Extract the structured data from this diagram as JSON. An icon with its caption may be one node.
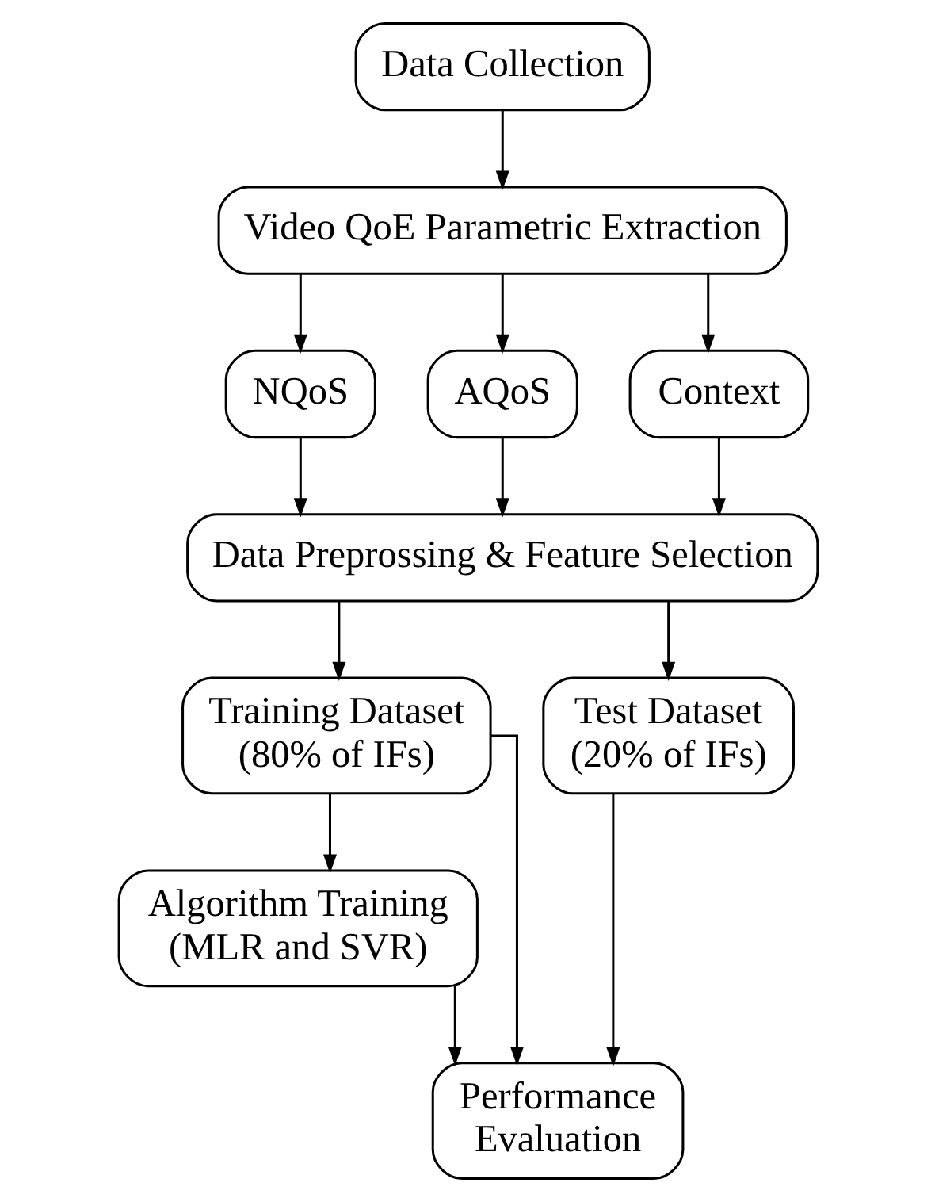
{
  "diagram": {
    "nodes": [
      {
        "text": [
          "Data Collection"
        ]
      },
      {
        "text": [
          "Video QoE Parametric Extraction"
        ]
      },
      {
        "text": [
          "NQoS"
        ]
      },
      {
        "text": [
          "AQoS"
        ]
      },
      {
        "text": [
          "Context"
        ]
      },
      {
        "text": [
          "Data Preprossing & Feature Selection"
        ]
      },
      {
        "text": [
          "Training Dataset (80% of IFs)"
        ]
      },
      {
        "text": [
          "Test Dataset (20% of IFs)"
        ]
      },
      {
        "text": [
          "Algorithm Training (MLR and SVR)"
        ]
      },
      {
        "text": [
          "Performance Evaluation"
        ]
      }
    ],
    "edges": [
      {
        "from": 0,
        "to": 1,
        "arrow": "to"
      },
      {
        "from": 1,
        "to": 2,
        "arrow": "to"
      },
      {
        "from": 1,
        "to": 3,
        "arrow": "to"
      },
      {
        "from": 1,
        "to": 4,
        "arrow": "to"
      },
      {
        "from": 2,
        "to": 5,
        "arrow": "to"
      },
      {
        "from": 3,
        "to": 5,
        "arrow": "to"
      },
      {
        "from": 4,
        "to": 5,
        "arrow": "to"
      },
      {
        "from": 5,
        "to": 6,
        "arrow": "to"
      },
      {
        "from": 5,
        "to": 7,
        "arrow": "to"
      },
      {
        "from": 6,
        "to": 8,
        "arrow": "to"
      },
      {
        "from": 6,
        "to": 9,
        "arrow": "to"
      },
      {
        "from": 8,
        "to": 9,
        "arrow": "to"
      },
      {
        "from": 7,
        "to": 9,
        "arrow": "to"
      }
    ]
  }
}
